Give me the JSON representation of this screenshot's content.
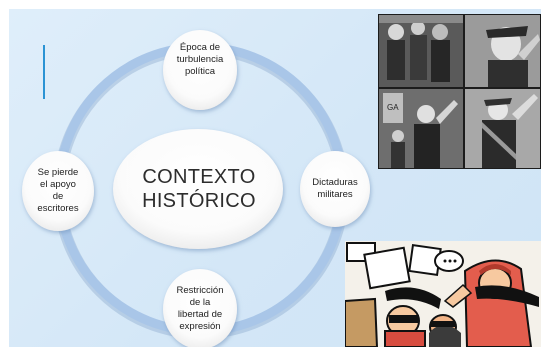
{
  "diagram": {
    "center": {
      "line1": "CONTEXTO",
      "line2": "HISTÓRICO"
    },
    "nodes": {
      "top": [
        "Época de",
        "turbulencia",
        "política"
      ],
      "right": [
        "Dictaduras",
        "militares"
      ],
      "bottom": [
        "Restricción",
        "de la",
        "libertad de",
        "expresión"
      ],
      "left": [
        "Se pierde",
        "el apoyo",
        "de",
        "escritores"
      ]
    }
  },
  "images": {
    "photo": "black-and-white photos of military officers saluting",
    "cartoon": "cartoon of protesters with signs being silenced"
  },
  "colors": {
    "ring": "#9cbde2",
    "ring_shadow": "#7e9ec6",
    "accent": "#2b93d4",
    "background": "#d6e9f8"
  }
}
